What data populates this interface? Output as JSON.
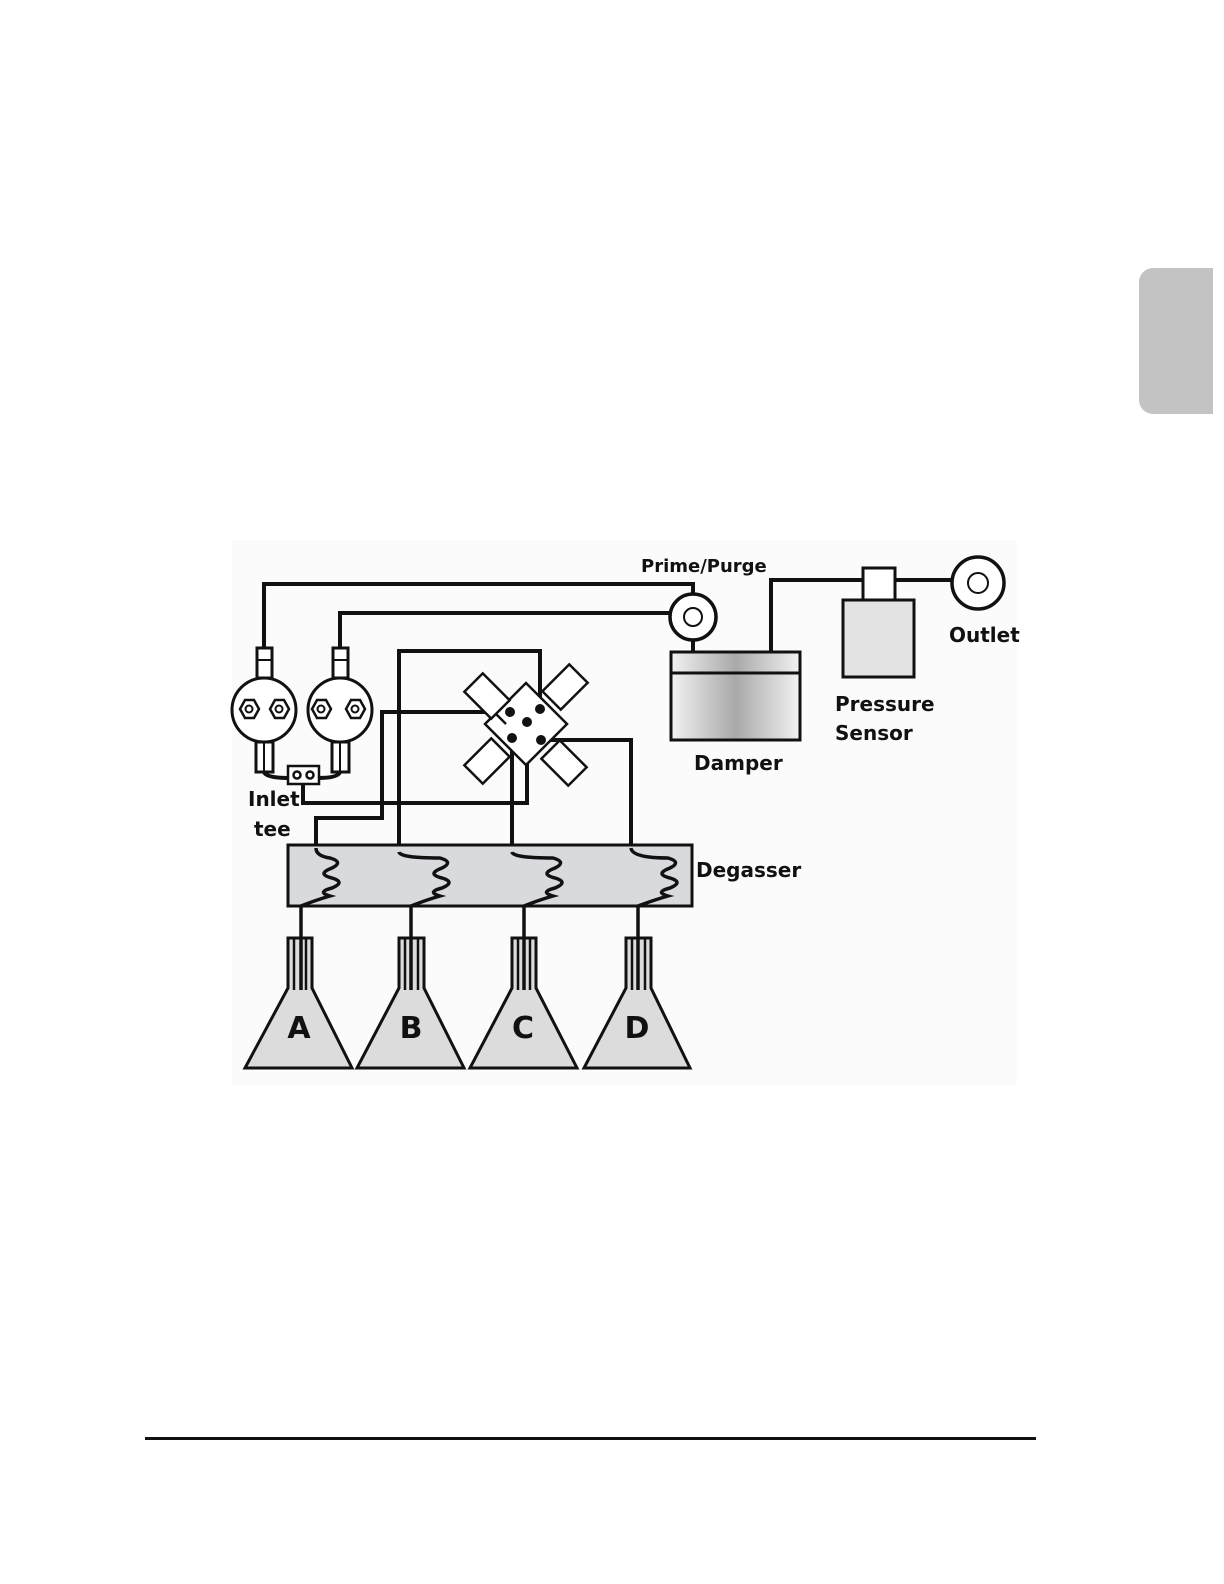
{
  "diagram": {
    "labels": {
      "prime_purge": "Prime/Purge",
      "outlet": "Outlet",
      "pressure_sensor_line1": "Pressure",
      "pressure_sensor_line2": "Sensor",
      "damper": "Damper",
      "inlet_tee_line1": "Inlet",
      "inlet_tee_line2": "tee",
      "degasser": "Degasser"
    },
    "reservoirs": [
      "A",
      "B",
      "C",
      "D"
    ]
  },
  "colors": {
    "line": "#111111",
    "component_fill": "#d9d9d9",
    "degasser_fill": "#d8dadd",
    "side_tab": "#c3c3c3"
  }
}
